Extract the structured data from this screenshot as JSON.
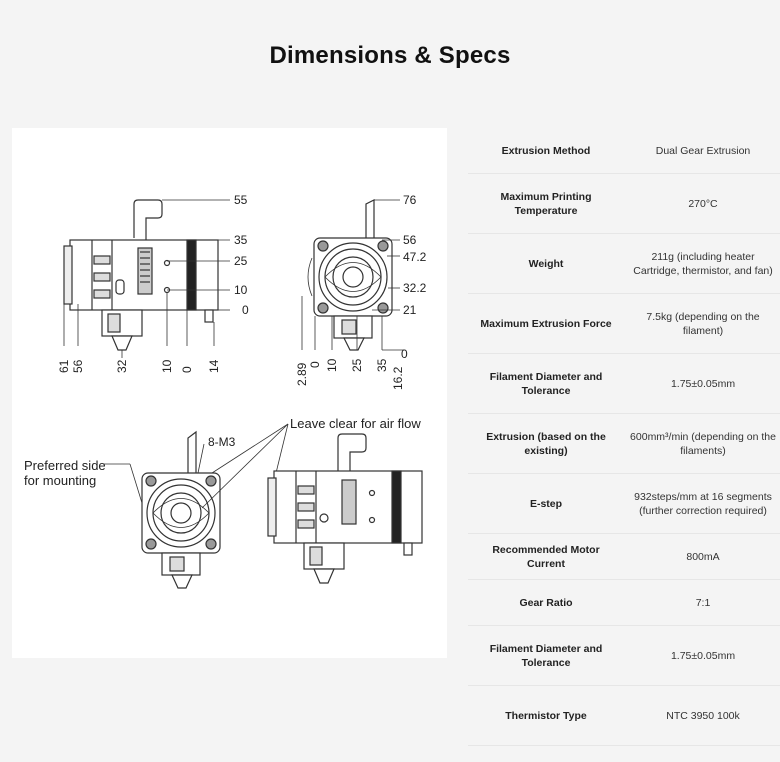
{
  "page": {
    "title": "Dimensions & Specs"
  },
  "drawing": {
    "side_view_dims_right": [
      "55",
      "35",
      "25",
      "10",
      "0"
    ],
    "side_view_dims_bottom": [
      "61",
      "56",
      "32",
      "10",
      "0",
      "14"
    ],
    "front_view_dims_right": [
      "76",
      "56",
      "47.2",
      "32.2",
      "21"
    ],
    "front_view_dims_bottom": [
      "2.89",
      "0",
      "10",
      "25",
      "35",
      "16.2",
      "0"
    ],
    "note_air_flow": "Leave clear for air flow",
    "note_screws": "8-M3",
    "note_mounting_line1": "Preferred side",
    "note_mounting_line2": "for mounting"
  },
  "specs": [
    {
      "label": "Extrusion Method",
      "value": "Dual Gear Extrusion"
    },
    {
      "label": "Maximum Printing Temperature",
      "value": "270°C"
    },
    {
      "label": "Weight",
      "value": "211g (including heater Cartridge, thermistor, and fan)"
    },
    {
      "label": "Maximum Extrusion Force",
      "value": "7.5kg (depending on the filament)"
    },
    {
      "label": "Filament Diameter and Tolerance",
      "value": "1.75±0.05mm"
    },
    {
      "label": "Extrusion (based on the existing)",
      "value": "600mm³/min (depending on the filaments)"
    },
    {
      "label": "E-step",
      "value": "932steps/mm at 16 segments (further correction required)"
    },
    {
      "label": "Recommended Motor Current",
      "value": "800mA"
    },
    {
      "label": "Gear Ratio",
      "value": "7:1"
    },
    {
      "label": "Filament Diameter and Tolerance",
      "value": "1.75±0.05mm"
    },
    {
      "label": "Thermistor Type",
      "value": "NTC 3950 100k"
    }
  ]
}
